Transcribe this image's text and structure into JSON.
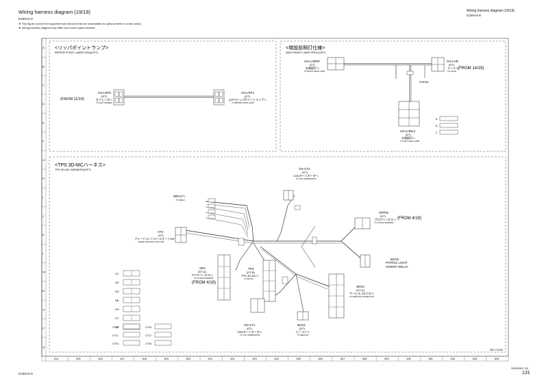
{
  "header": {
    "title": "Wiring harness diagram (19/19)",
    "model": "D155AX-8",
    "notes": [
      "This figure covers the equipment and devices that are unavailable as optional items in some areas.",
      "Wiring harness diagram may differ from some sales vehicles."
    ],
    "top_right_title": "Wiring harness diagram (19/19)",
    "top_right_model": "D155AX-8"
  },
  "footer": {
    "model": "D155AX-8",
    "doc_code": "SEN00617-00",
    "page": "131"
  },
  "rows": [
    "A",
    "B",
    "C",
    "D",
    "E",
    "F",
    "G",
    "H",
    "I",
    "J",
    "K",
    "L",
    "M",
    "N",
    "O",
    "P",
    "Q"
  ],
  "columns": [
    "614",
    "615",
    "616",
    "617",
    "618",
    "619",
    "620",
    "621",
    "622",
    "623",
    "624",
    "625",
    "626",
    "627",
    "628",
    "629",
    "630",
    "631",
    "632",
    "633",
    "634"
  ],
  "sections": {
    "ripper": {
      "title": "<リッパポイントランプ>",
      "subtitle": "RIPPER POINT LAMP(TOW)(OPT)",
      "from_label": "(FROM 11/19)",
      "lrp2": {
        "id": "CN-LRP2",
        "type": "(DT)",
        "desc": "左フェンダへ",
        "sub": "TO LEFT FENDER"
      },
      "lrp1": {
        "id": "CN-LRP1",
        "type": "(DT)",
        "desc": "(OPT)リッパポイントランプへ",
        "sub": "TO RIPPER POINT LAMP"
      }
    },
    "front_lamp": {
      "title": "<増設前照灯仕様>",
      "subtitle": "ADD FRONT LAMP SPEC(OPT)",
      "from_label": "(FROM 14/19)",
      "lhdr0": {
        "id": "CN-LHDR0",
        "type": "(DT)",
        "desc": "右側照灯へ",
        "sub": "TO RIGHT HEAD LAMP"
      },
      "lhd": {
        "id": "CN-LHD",
        "type": "(DT)",
        "desc": "フードへ",
        "sub": "TO HOOD"
      },
      "lhdl0": {
        "id": "CN-LHDL0",
        "type": "(DT)",
        "desc": "左側照灯へ",
        "sub": "TO LEFT HEAD LAMP"
      },
      "gnd": "GND08",
      "side_codes": [
        "A",
        "B",
        "C"
      ]
    },
    "tps": {
      "title": "<TPS 3D-MCハーネス>",
      "subtitle": "TPS 3D-MC HARNESS(OPT)",
      "ct2": {
        "id": "CN-CT2",
        "type": "(DT)",
        "desc": "CANターミネータへ",
        "sub": "TO CAN TERMINATOR"
      },
      "wec": {
        "id": "WEC2へ",
        "sub": "TO WEC2"
      },
      "ats": {
        "id": "ATS",
        "type": "(DT)",
        "desc": "ブレードコントロールオートSW",
        "sub": "BLADE CONTROL AUTO SW"
      },
      "oppw": {
        "id": "OPPW",
        "type": "(DT)",
        "desc": "プロアハーネスへ",
        "sub": "TO FLOOR HARNESS"
      },
      "from_oppw": "(FROM 4/19)",
      "bcn2": {
        "id": "BCN2",
        "l1": "PATROL LIGHT",
        "l2": "ON/OFF RELAY"
      },
      "srv": {
        "id": "SRV",
        "type": "(DT-A)",
        "desc": "フロアハーネスへ",
        "sub": "TO FLOOR HARNESS"
      },
      "from_srv": "(FROM 4/19)",
      "tps": {
        "id": "TPS",
        "type": "(DT-B)",
        "desc": "TPS 3D-MCへ",
        "sub": "TO 3D-MC"
      },
      "srv0": {
        "id": "SRV0",
        "type": "(DT-A)",
        "desc": "サービスコネクタへ",
        "sub": "TO SERVICE CONNECTOR"
      },
      "bcn1": {
        "id": "BCN1",
        "type": "(DT)",
        "desc": "ビーコンへ",
        "sub": "TO BEACON"
      },
      "ct1": {
        "id": "CN-CT1",
        "type": "(DT)",
        "desc": "CANターミネータへ",
        "sub": "TO CAN TERMINATOR"
      },
      "connector_codes": [
        "C0",
        "GP",
        "GG",
        "NB",
        "GH",
        "GY",
        "UP"
      ],
      "terminal_codes_left": [
        "CTC1",
        "CTL1",
        "CTS1"
      ],
      "terminal_codes_right": [
        "CTH1",
        "CTL2",
        "CTH2"
      ],
      "ref_code": "W07-C0106"
    }
  }
}
